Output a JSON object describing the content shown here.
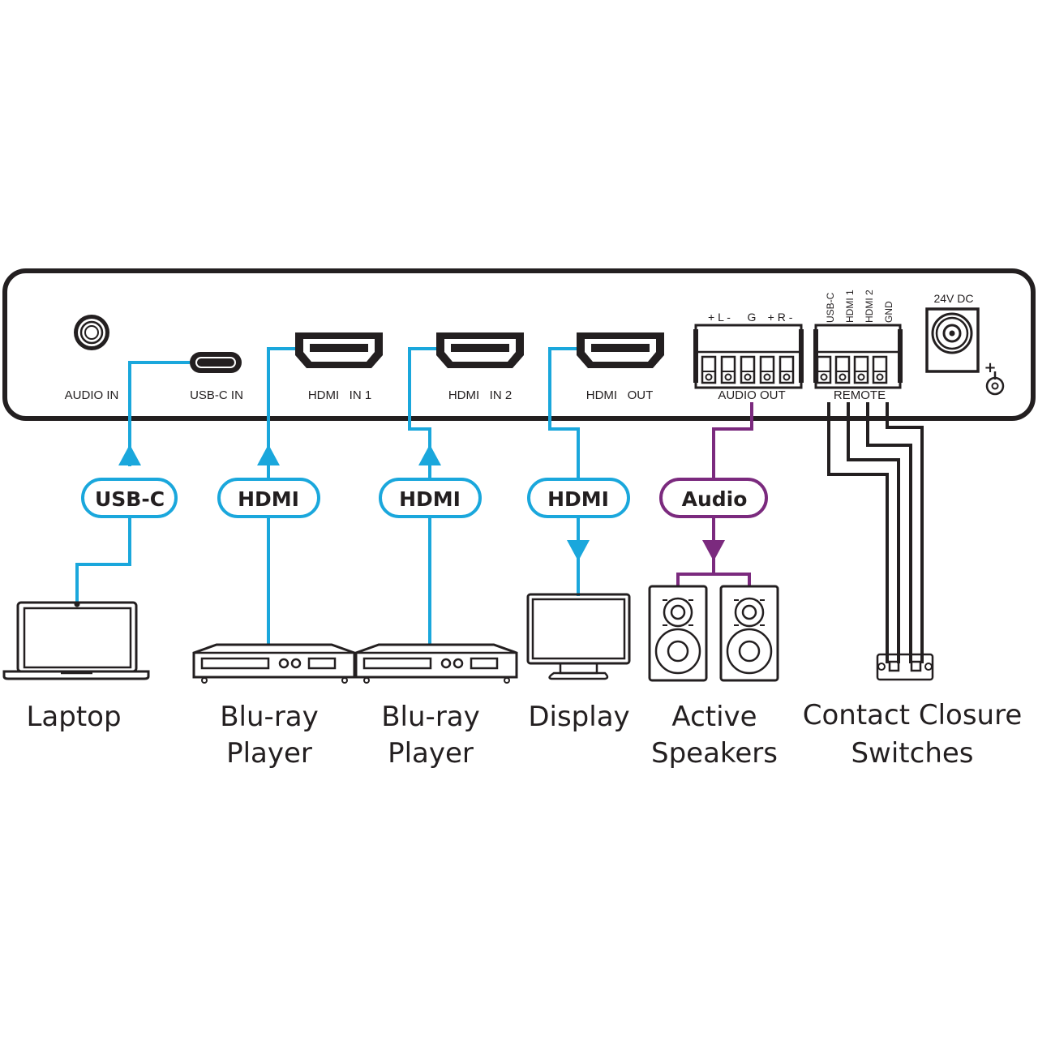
{
  "colors": {
    "video": "#1aa7dc",
    "audio": "#7b2a7e",
    "outline": "#231f20",
    "background": "#ffffff"
  },
  "panel": {
    "ports": {
      "audio_in": "AUDIO IN",
      "usbc_in": "USB-C IN",
      "hdmi_in1": "HDMI   IN 1",
      "hdmi_in2": "HDMI   IN 2",
      "hdmi_out": "HDMI   OUT",
      "audio_out": "AUDIO OUT",
      "remote": "REMOTE",
      "power": "24V DC"
    },
    "audio_out_pins": [
      "+ L -",
      "G",
      "+ R -"
    ],
    "remote_pins": [
      "USB-C",
      "HDMI 1",
      "HDMI 2",
      "GND"
    ],
    "power_polarity": "+"
  },
  "connections": [
    {
      "label": "USB-C",
      "direction": "up",
      "type": "video"
    },
    {
      "label": "HDMI",
      "direction": "up",
      "type": "video"
    },
    {
      "label": "HDMI",
      "direction": "up",
      "type": "video"
    },
    {
      "label": "HDMI",
      "direction": "down",
      "type": "video"
    },
    {
      "label": "Audio",
      "direction": "down",
      "type": "audio"
    }
  ],
  "devices": [
    {
      "line1": "Laptop",
      "line2": ""
    },
    {
      "line1": "Blu-ray",
      "line2": "Player"
    },
    {
      "line1": "Blu-ray",
      "line2": "Player"
    },
    {
      "line1": "Display",
      "line2": ""
    },
    {
      "line1": "Active",
      "line2": "Speakers"
    },
    {
      "line1": "Contact Closure",
      "line2": "Switches"
    }
  ]
}
